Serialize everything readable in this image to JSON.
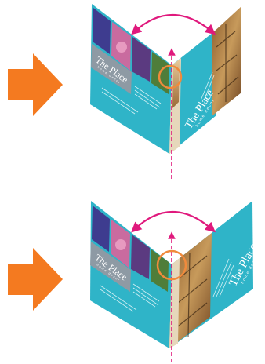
{
  "diagram": {
    "panels": [
      {
        "brand_name": "The Place",
        "brand_tagline": "home decor"
      },
      {
        "brand_name": "The Place",
        "brand_tagline": "home decor"
      }
    ],
    "colors": {
      "arrow": "#f47a20",
      "fold_marker": "#e0197d",
      "focus_circle": "#f08a3c",
      "brochure_teal": "#2fb4c8",
      "brochure_text": "#ffffff"
    },
    "icons": [
      "right-arrow-icon",
      "fold-axis-icon",
      "double-headed-arc-arrow-icon",
      "focus-circle-icon"
    ]
  }
}
